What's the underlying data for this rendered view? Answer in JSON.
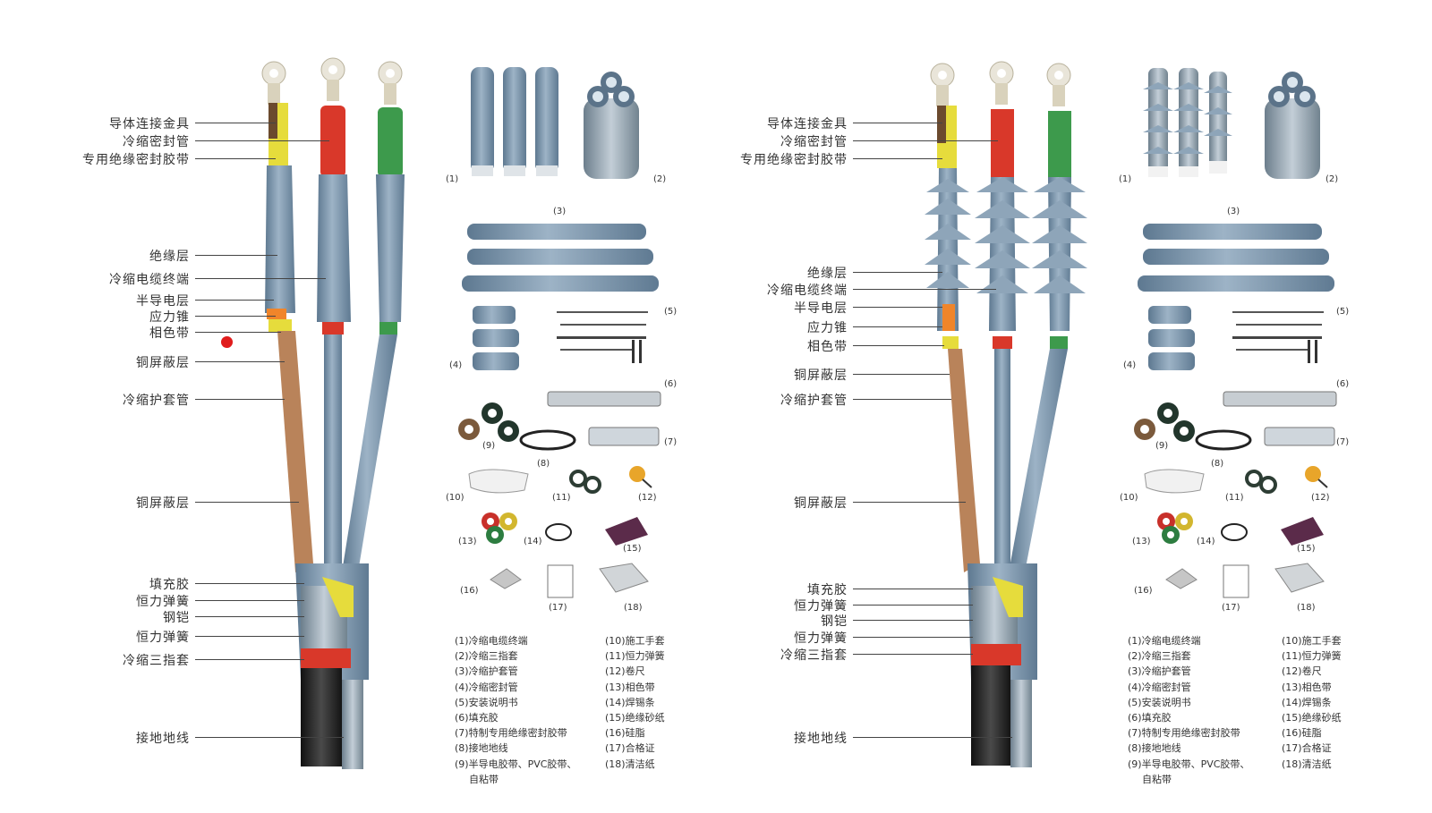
{
  "panels": [
    {
      "callouts": [
        "导体连接金具",
        "冷缩密封管",
        "专用绝缘密封胶带",
        "绝缘层",
        "冷缩电缆终端",
        "半导电层",
        "应力锥",
        "相色带",
        "铜屏蔽层",
        "冷缩护套管",
        "铜屏蔽层",
        "填充胶",
        "恒力弹簧",
        "钢铠",
        "恒力弹簧",
        "冷缩三指套",
        "接地地线"
      ],
      "parts": {
        "p1": "(1)",
        "p2": "(2)",
        "p3": "(3)",
        "p4": "(4)",
        "p5": "(5)",
        "p6": "(6)",
        "p7": "(7)",
        "p8": "(8)",
        "p9": "(9)",
        "p10": "(10)",
        "p11": "(11)",
        "p12": "(12)",
        "p13": "(13)",
        "p14": "(14)",
        "p15": "(15)",
        "p16": "(16)",
        "p17": "(17)",
        "p18": "(18)"
      },
      "legend_left": [
        "(1)冷缩电缆终端",
        "(2)冷缩三指套",
        "(3)冷缩护套管",
        "(4)冷缩密封管",
        "(5)安装说明书",
        "(6)填充胶",
        "(7)特制专用绝缘密封胶带",
        "(8)接地地线",
        "(9)半导电胶带、PVC胶带、",
        "自粘带"
      ],
      "legend_right": [
        "(10)施工手套",
        "(11)恒力弹簧",
        "(12)卷尺",
        "(13)相色带",
        "(14)焊锡条",
        "(15)绝缘砂纸",
        "(16)硅脂",
        "(17)合格证",
        "(18)清洁纸"
      ]
    },
    {
      "callouts": [
        "导体连接金具",
        "冷缩密封管",
        "专用绝缘密封胶带",
        "绝缘层",
        "冷缩电缆终端",
        "半导电层",
        "应力锥",
        "相色带",
        "铜屏蔽层",
        "冷缩护套管",
        "铜屏蔽层",
        "填充胶",
        "恒力弹簧",
        "钢铠",
        "恒力弹簧",
        "冷缩三指套",
        "接地地线"
      ],
      "parts": {
        "p1": "(1)",
        "p2": "(2)",
        "p3": "(3)",
        "p4": "(4)",
        "p5": "(5)",
        "p6": "(6)",
        "p7": "(7)",
        "p8": "(8)",
        "p9": "(9)",
        "p10": "(10)",
        "p11": "(11)",
        "p12": "(12)",
        "p13": "(13)",
        "p14": "(14)",
        "p15": "(15)",
        "p16": "(16)",
        "p17": "(17)",
        "p18": "(18)"
      },
      "legend_left": [
        "(1)冷缩电缆终端",
        "(2)冷缩三指套",
        "(3)冷缩护套管",
        "(4)冷缩密封管",
        "(5)安装说明书",
        "(6)填充胶",
        "(7)特制专用绝缘密封胶带",
        "(8)接地地线",
        "(9)半导电胶带、PVC胶带、",
        "自粘带"
      ],
      "legend_right": [
        "(10)施工手套",
        "(11)恒力弹簧",
        "(12)卷尺",
        "(13)相色带",
        "(14)焊锡条",
        "(15)绝缘砂纸",
        "(16)硅脂",
        "(17)合格证",
        "(18)清洁纸"
      ]
    }
  ],
  "colors": {
    "cable_blue": "#7f97ad",
    "insulation_gray": "#a7b5c2",
    "phase_yellow": "#e6dc3c",
    "phase_red": "#d9382a",
    "phase_green": "#3d9a4c",
    "copper": "#b9835a",
    "black_sheath": "#2a2a2a",
    "dot_red": "#e01c1c"
  }
}
